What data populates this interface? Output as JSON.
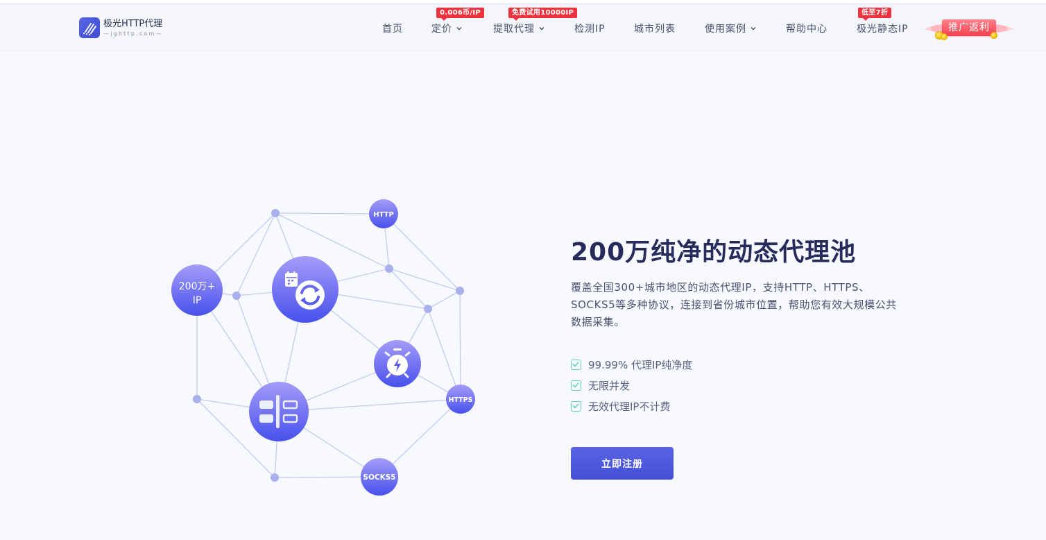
{
  "header": {
    "logo": {
      "title": "极光HTTP代理",
      "subtitle": "—jghttp.com—"
    },
    "nav": [
      {
        "label": "首页",
        "dropdown": false,
        "badge": null
      },
      {
        "label": "定价",
        "dropdown": true,
        "badge": "0.006币/IP"
      },
      {
        "label": "提取代理",
        "dropdown": true,
        "badge": "免费试用10000IP"
      },
      {
        "label": "检测IP",
        "dropdown": false,
        "badge": null
      },
      {
        "label": "城市列表",
        "dropdown": false,
        "badge": null
      },
      {
        "label": "使用案例",
        "dropdown": true,
        "badge": null
      },
      {
        "label": "帮助中心",
        "dropdown": false,
        "badge": null
      },
      {
        "label": "极光静态IP",
        "dropdown": false,
        "badge": "低至7折"
      }
    ],
    "promo_label": "推广返利"
  },
  "hero": {
    "title": "200万纯净的动态代理池",
    "description": "覆盖全国300+城市地区的动态代理IP，支持HTTP、HTTPS、SOCKS5等多种协议，连接到省份城市位置，帮助您有效大规模公共数据采集。",
    "features": [
      "99.99% 代理IP纯净度",
      "无限并发",
      "无效代理IP不计费"
    ],
    "cta_label": "立即注册"
  },
  "network": {
    "nodes": {
      "ip_pool": {
        "line1": "200万+",
        "line2": "IP"
      },
      "http": "HTTP",
      "https": "HTTPS",
      "socks5": "SOCKS5"
    }
  },
  "colors": {
    "brand": "#4a55dc",
    "badge_red": "#f0323f",
    "check_green": "#5fd3b0",
    "title_navy": "#262b5c",
    "node_gradient_top": "#a09af8",
    "node_gradient_bottom": "#4a52ec",
    "edge": "#c2c7f0",
    "dot": "#a9b0ec"
  }
}
